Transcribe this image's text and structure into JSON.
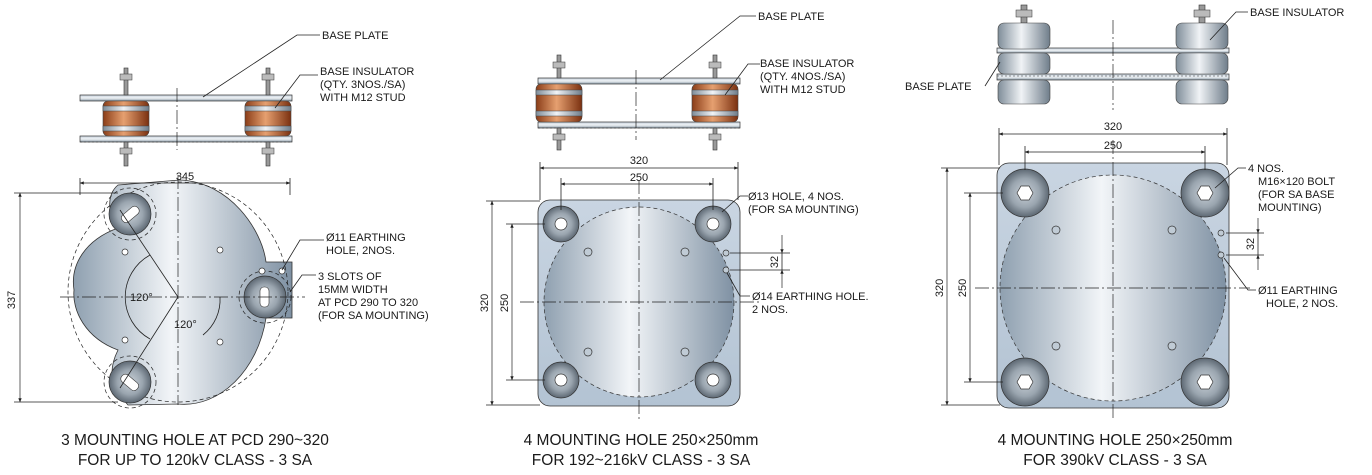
{
  "panel1": {
    "labels": {
      "base_plate": "BASE PLATE",
      "insulator_l1": "BASE INSULATOR",
      "insulator_l2": "(QTY. 3NOS./SA)",
      "insulator_l3": "WITH M12 STUD",
      "earthing_l1": "Ø11 EARTHING",
      "earthing_l2": "HOLE, 2NOS.",
      "slots_l1": "3 SLOTS OF",
      "slots_l2": "15MM WIDTH",
      "slots_l3": "AT PCD 290 TO 320",
      "slots_l4": "(FOR SA MOUNTING)",
      "angle_a": "120°",
      "angle_b": "120°"
    },
    "dims": {
      "width": "345",
      "height": "337"
    },
    "caption_l1": "3 MOUNTING HOLE AT PCD 290~320",
    "caption_l2": "FOR UP TO 120kV CLASS - 3 SA"
  },
  "panel2": {
    "labels": {
      "base_plate": "BASE PLATE",
      "insulator_l1": "BASE INSULATOR",
      "insulator_l2": "(QTY. 4NOS./SA)",
      "insulator_l3": "WITH M12 STUD",
      "hole_l1": "Ø13 HOLE, 4 NOS.",
      "hole_l2": "(FOR SA MOUNTING)",
      "earthing_l1": "Ø14 EARTHING HOLE.",
      "earthing_l2": "2 NOS."
    },
    "dims": {
      "outer_w": "320",
      "inner_w": "250",
      "outer_h": "320",
      "inner_h": "250",
      "gap": "32"
    },
    "caption_l1": "4 MOUNTING HOLE 250×250mm",
    "caption_l2": "FOR 192~216kV CLASS - 3 SA"
  },
  "panel3": {
    "labels": {
      "base_insulator": "BASE INSULATOR",
      "base_plate": "BASE PLATE",
      "bolt_l1": "4 NOS.",
      "bolt_l2": "M16×120 BOLT",
      "bolt_l3": "(FOR SA BASE",
      "bolt_l4": "MOUNTING)",
      "earthing_l1": "Ø11 EARTHING",
      "earthing_l2": "HOLE, 2 NOS."
    },
    "dims": {
      "outer_w": "320",
      "inner_w": "250",
      "outer_h": "320",
      "inner_h": "250",
      "gap": "32"
    },
    "caption_l1": "4 MOUNTING HOLE 250×250mm",
    "caption_l2": "FOR 390kV CLASS - 3 SA"
  }
}
